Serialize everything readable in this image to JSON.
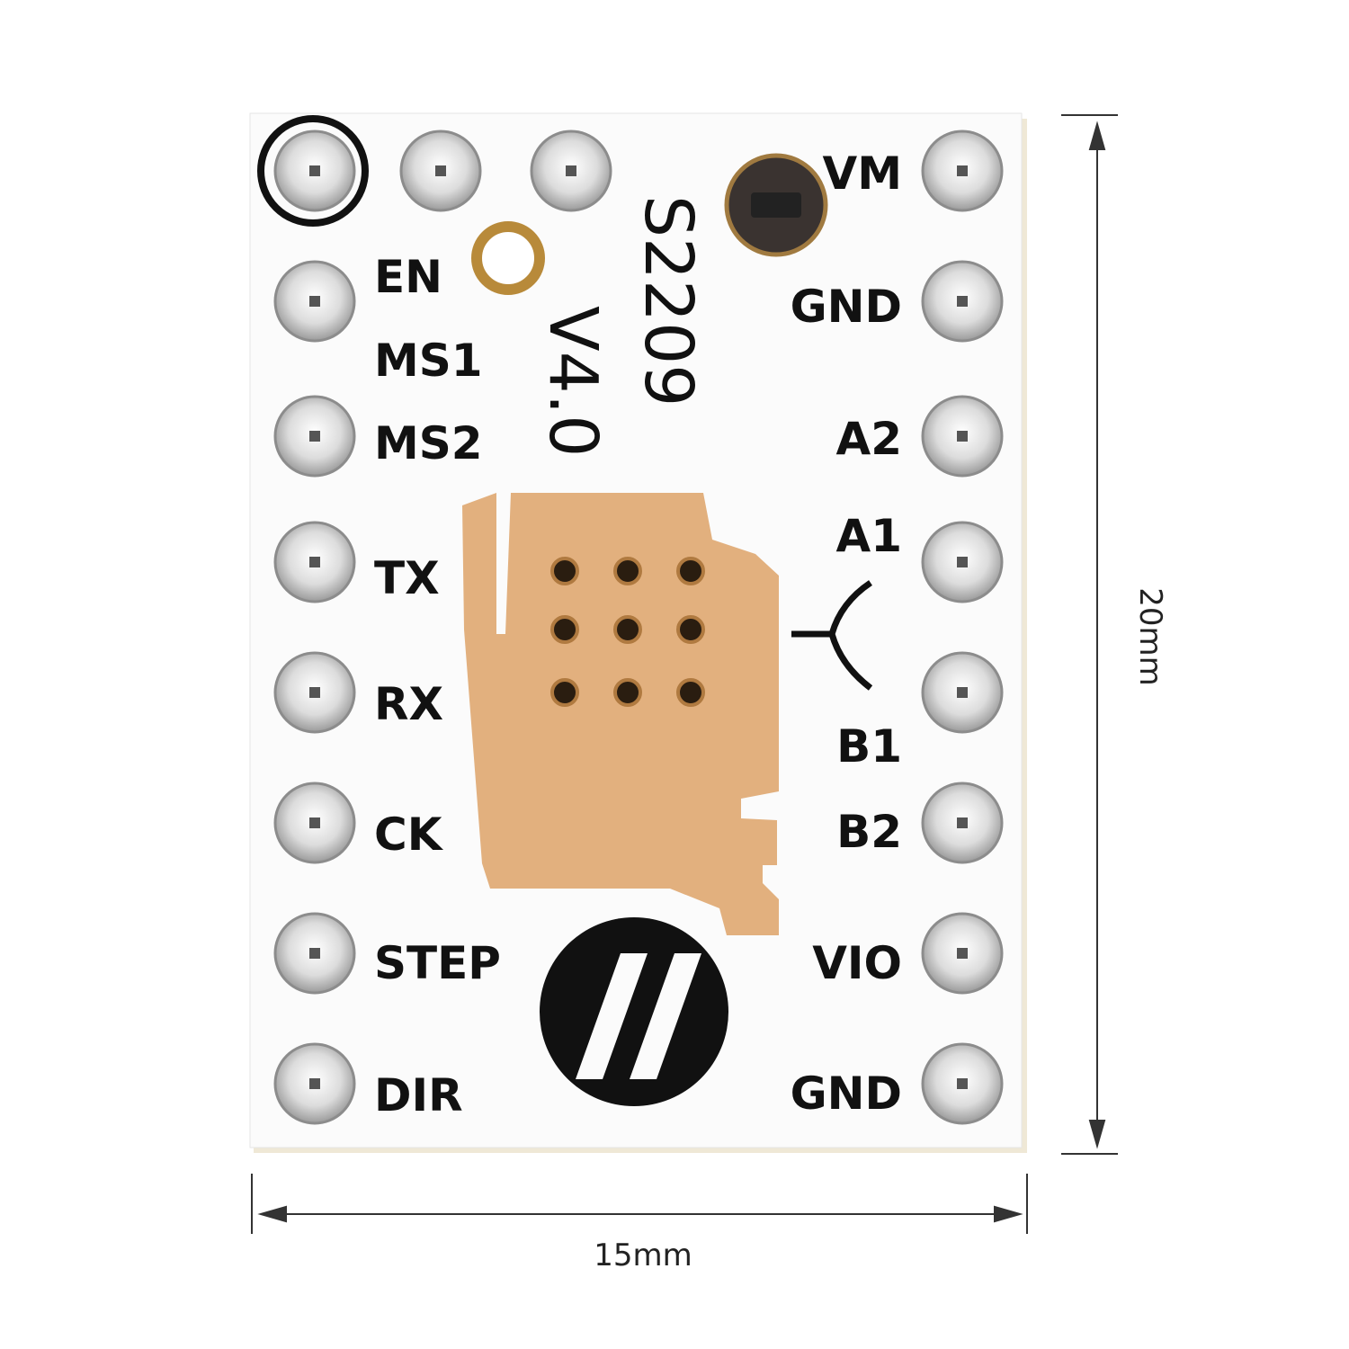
{
  "board": {
    "model": "S2209",
    "version": "V4.0",
    "left_pins": [
      "EN",
      "MS1",
      "MS2",
      "TX",
      "RX",
      "CK",
      "STEP",
      "DIR"
    ],
    "right_pins": [
      "VM",
      "GND",
      "A2",
      "A1",
      "B1",
      "B2",
      "VIO",
      "GND"
    ],
    "colors": {
      "pcb": "#fbfbfb",
      "copper": "#e2b07e",
      "silkscreen": "#111111",
      "edge": "#efe8d6"
    }
  },
  "dimensions": {
    "width_label": "15mm",
    "height_label": "20mm"
  }
}
